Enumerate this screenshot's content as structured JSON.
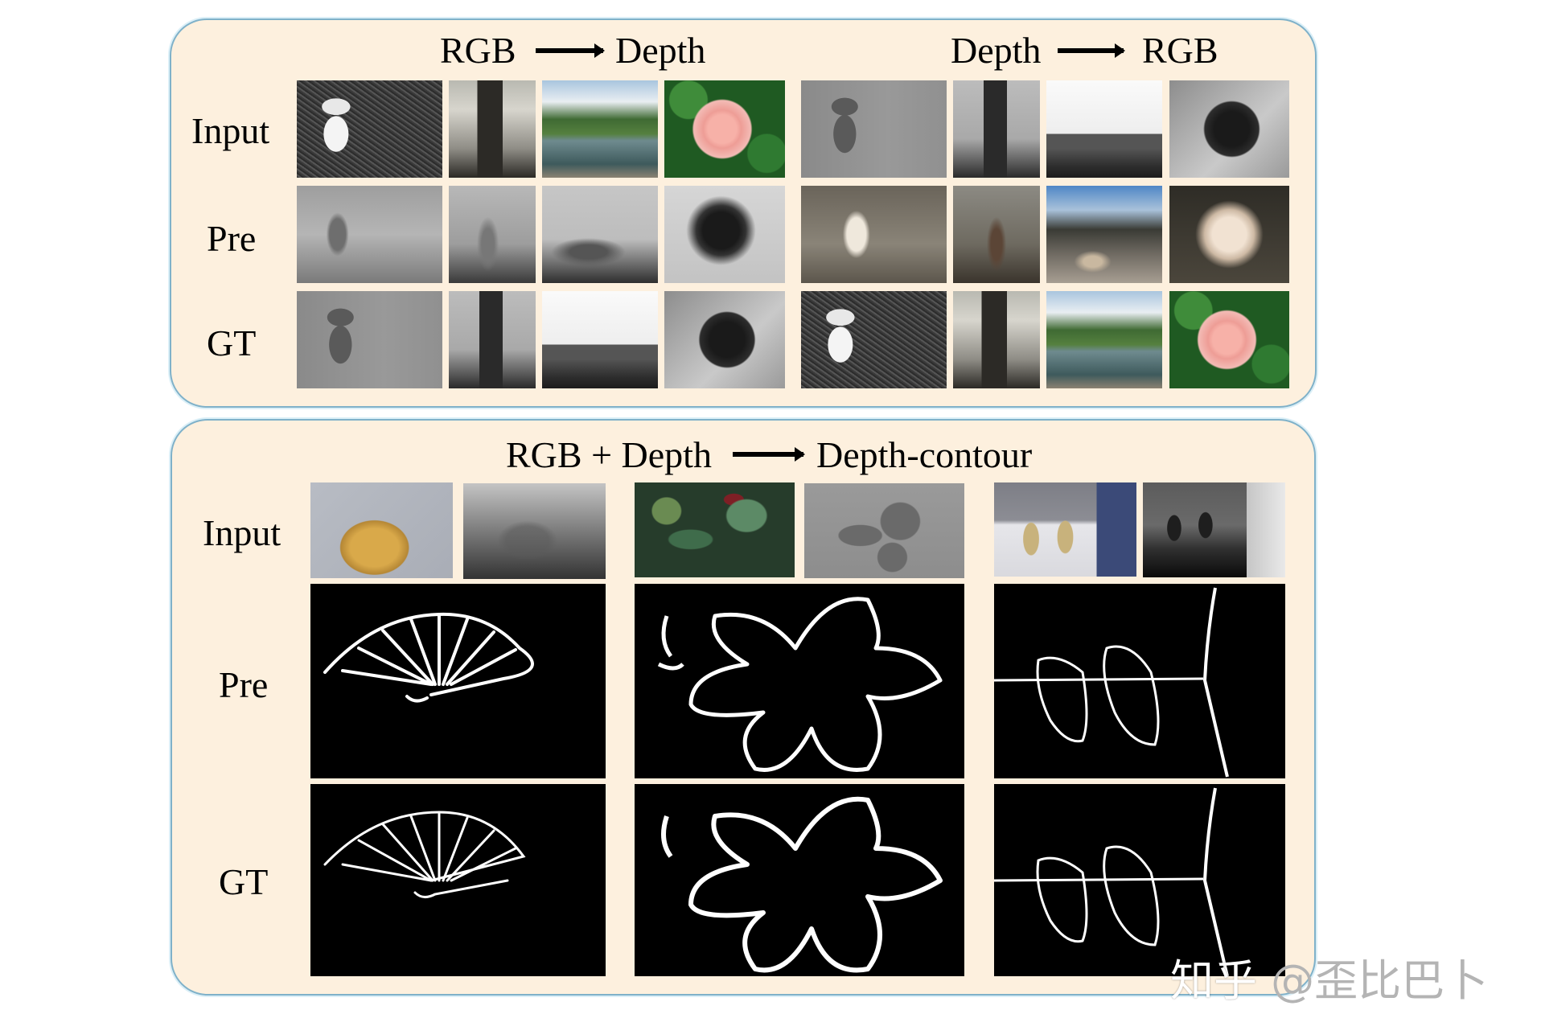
{
  "top_panel": {
    "section_left": {
      "from": "RGB",
      "to": "Depth"
    },
    "section_right": {
      "from": "Depth",
      "to": "RGB"
    },
    "row_labels": [
      "Input",
      "Pre",
      "GT"
    ],
    "rgb_to_depth": {
      "input": [
        "cat figurine photo",
        "tower photo",
        "lake photo",
        "rose photo"
      ],
      "pre": [
        "predicted depth cat",
        "predicted depth tower",
        "predicted depth lake",
        "predicted depth rose"
      ],
      "gt": [
        "ground-truth depth cat",
        "ground-truth depth tower",
        "ground-truth depth lake",
        "ground-truth depth rose"
      ]
    },
    "depth_to_rgb": {
      "input": [
        "depth cat",
        "depth tower",
        "depth lake",
        "depth rose"
      ],
      "pre": [
        "predicted rgb cat",
        "predicted rgb tower",
        "predicted rgb lake",
        "predicted rgb rose"
      ],
      "gt": [
        "rgb cat photo",
        "rgb tower photo",
        "rgb lake photo",
        "rgb rose photo"
      ]
    }
  },
  "bottom_panel": {
    "title": {
      "from": "RGB + Depth",
      "to": "Depth-contour"
    },
    "row_labels": [
      "Input",
      "Pre",
      "GT"
    ],
    "groups": [
      {
        "name": "fan",
        "input": [
          "fan rgb photo",
          "fan depth map"
        ],
        "pre": "predicted fan contour",
        "gt": "ground-truth fan contour"
      },
      {
        "name": "plant",
        "input": [
          "plant rgb photo",
          "plant depth map"
        ],
        "pre": "predicted plant contour",
        "gt": "ground-truth plant contour"
      },
      {
        "name": "skull",
        "input": [
          "skull rgb photo",
          "skull depth map"
        ],
        "pre": "predicted skull contour",
        "gt": "ground-truth skull contour"
      }
    ]
  },
  "watermark": {
    "platform": "知乎",
    "handle": "@歪比巴卜"
  },
  "colors": {
    "panel_fill": "#fdf0de",
    "panel_border": "#7fb1c9",
    "text": "#000000",
    "watermark_gray": "#b4b4b4"
  }
}
